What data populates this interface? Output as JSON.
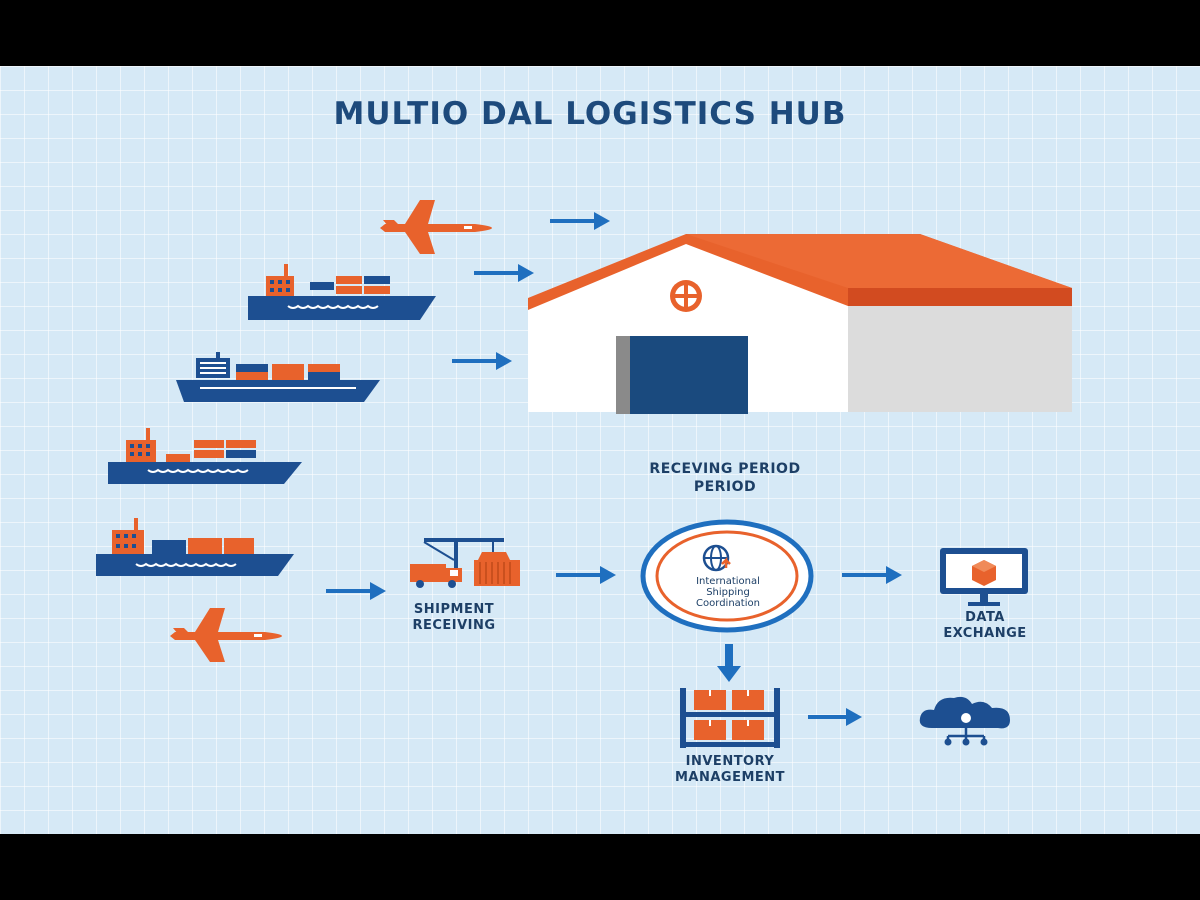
{
  "title": "MULTIO DAL LOGISTICS HUB",
  "receiving_period": {
    "line1": "RECEVING PERIOD",
    "line2": "PERIOD"
  },
  "nodes": {
    "shipment_receiving": {
      "line1": "SHIPMENT",
      "line2": "RECEIVING",
      "icon": "crane-truck-container-icon"
    },
    "coordination": {
      "line1": "International",
      "line2": "Shipping",
      "line3": "Coordination",
      "icon": "globe-icon"
    },
    "data_exchange": {
      "line1": "DATA",
      "line2": "EXCHANGE",
      "icon": "monitor-box-icon"
    },
    "inventory": {
      "line1": "INVENTORY",
      "line2": "MANAGEMENT",
      "icon": "warehouse-shelf-icon"
    },
    "cloud": {
      "icon": "cloud-network-icon"
    }
  },
  "colors": {
    "navy": "#1d4f91",
    "orange": "#e8622c",
    "background": "#d6e9f6",
    "arrow": "#1f6fbf"
  }
}
